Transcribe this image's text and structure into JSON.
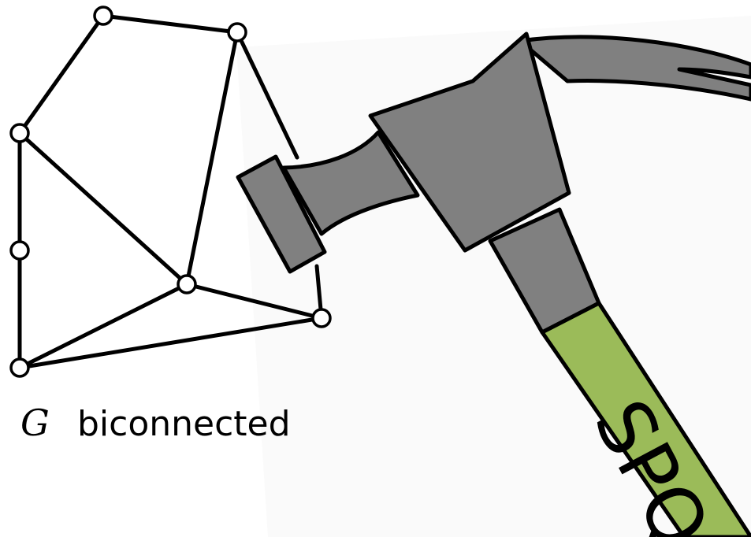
{
  "caption": {
    "variable": "G",
    "text": "biconnected"
  },
  "hammer": {
    "handle_label": "SPQ",
    "colors": {
      "head": "#808080",
      "handle": "#9bbb59",
      "outline": "#000000",
      "backdrop": "#fafafa"
    }
  },
  "graph": {
    "vertex_count": 8,
    "edge_count": 12,
    "vertex_fill": "#ffffff",
    "edge_color": "#000000"
  }
}
